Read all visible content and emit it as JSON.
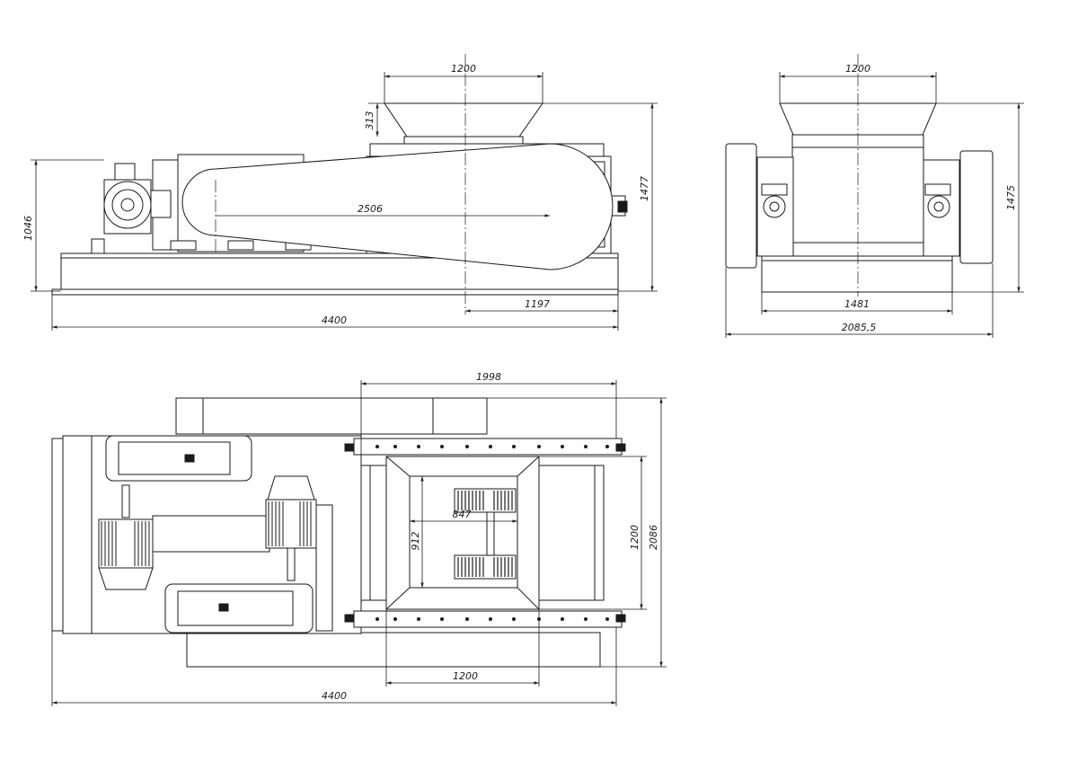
{
  "views": {
    "front": {
      "dims": {
        "hopper_width": "1200",
        "hopper_height": "313",
        "overall_height": "1477",
        "base_height": "1046",
        "pulley_centers": "2506",
        "roll_offset": "1197",
        "overall_length": "4400"
      }
    },
    "side": {
      "dims": {
        "hopper_width": "1200",
        "overall_height": "1475",
        "frame_width": "1481",
        "overall_width": "2085,5"
      }
    },
    "plan": {
      "dims": {
        "body_length": "1998",
        "roll_length": "847",
        "roll_gap_width": "912",
        "inlet_width": "1200",
        "overall_width": "2086",
        "bottom_inlet": "1200",
        "overall_length": "4400"
      }
    }
  },
  "colors": {
    "line": "#1a1a1a",
    "background": "#ffffff"
  }
}
